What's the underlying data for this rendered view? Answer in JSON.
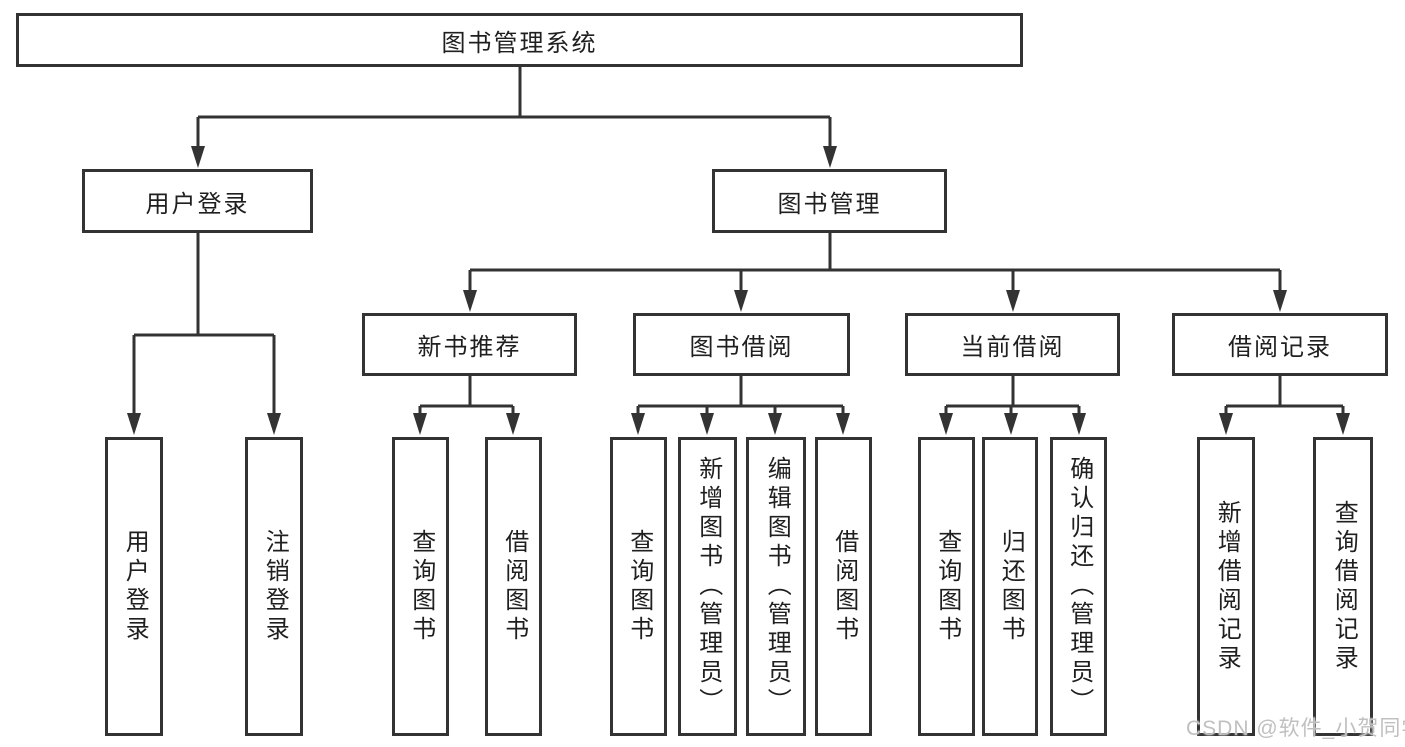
{
  "diagram": {
    "root": "图书管理系统",
    "level2": {
      "user_login": "用户登录",
      "book_management": "图书管理"
    },
    "level3": {
      "new_book_recommend": "新书推荐",
      "book_borrowing": "图书借阅",
      "current_borrowing": "当前借阅",
      "borrowing_records": "借阅记录"
    },
    "leaves": {
      "user_login": "用户登录",
      "logout": "注销登录",
      "recommend_query_book": "查询图书",
      "recommend_borrow_book": "借阅图书",
      "borrowing_query_book": "查询图书",
      "borrowing_add_book_admin": "新增图书（管理员）",
      "borrowing_edit_book_admin": "编辑图书（管理员）",
      "borrowing_borrow_book": "借阅图书",
      "current_query_book": "查询图书",
      "current_return_book": "归还图书",
      "current_confirm_return_admin": "确认归还（管理员）",
      "records_add_record": "新增借阅记录",
      "records_query_record": "查询借阅记录"
    },
    "watermark": "CSDN @软件_小贺同学",
    "colors": {
      "line": "#333333",
      "text": "#1f1f1f",
      "background": "#ffffff",
      "watermark": "#c0c0c0"
    }
  }
}
